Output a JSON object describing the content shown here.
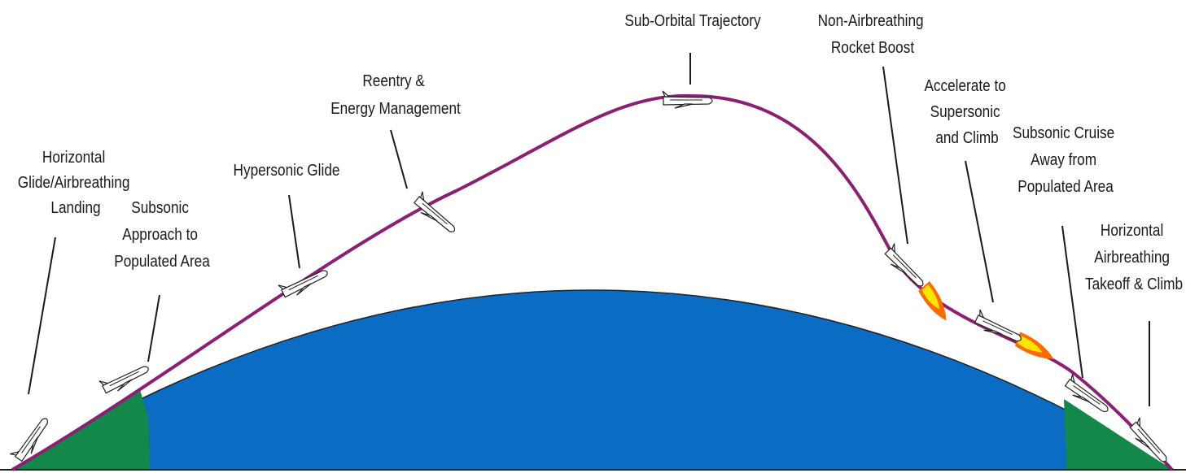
{
  "labels": {
    "horizontal_glide_landing": [
      "Horizontal",
      "Glide/Airbreathing",
      "Landing"
    ],
    "subsonic_approach": [
      "Subsonic",
      "Approach to",
      "Populated Area"
    ],
    "hypersonic_glide": [
      "Hypersonic Glide"
    ],
    "reentry": [
      "Reentry &",
      "Energy Management"
    ],
    "sub_orbital": [
      "Sub-Orbital Trajectory"
    ],
    "rocket_boost": [
      "Non-Airbreathing",
      "Rocket Boost"
    ],
    "accelerate": [
      "Accelerate to",
      "Supersonic",
      "and Climb"
    ],
    "subsonic_cruise": [
      "Subsonic Cruise",
      "Away from",
      "Populated Area"
    ],
    "takeoff": [
      "Horizontal",
      "Airbreathing",
      "Takeoff & Climb"
    ]
  },
  "colors": {
    "trajectory": "#8b1f73",
    "ocean": "#0b6cc4",
    "land": "#14884a",
    "flame_outer": "#ff6a00",
    "flame_inner": "#ffe600"
  }
}
